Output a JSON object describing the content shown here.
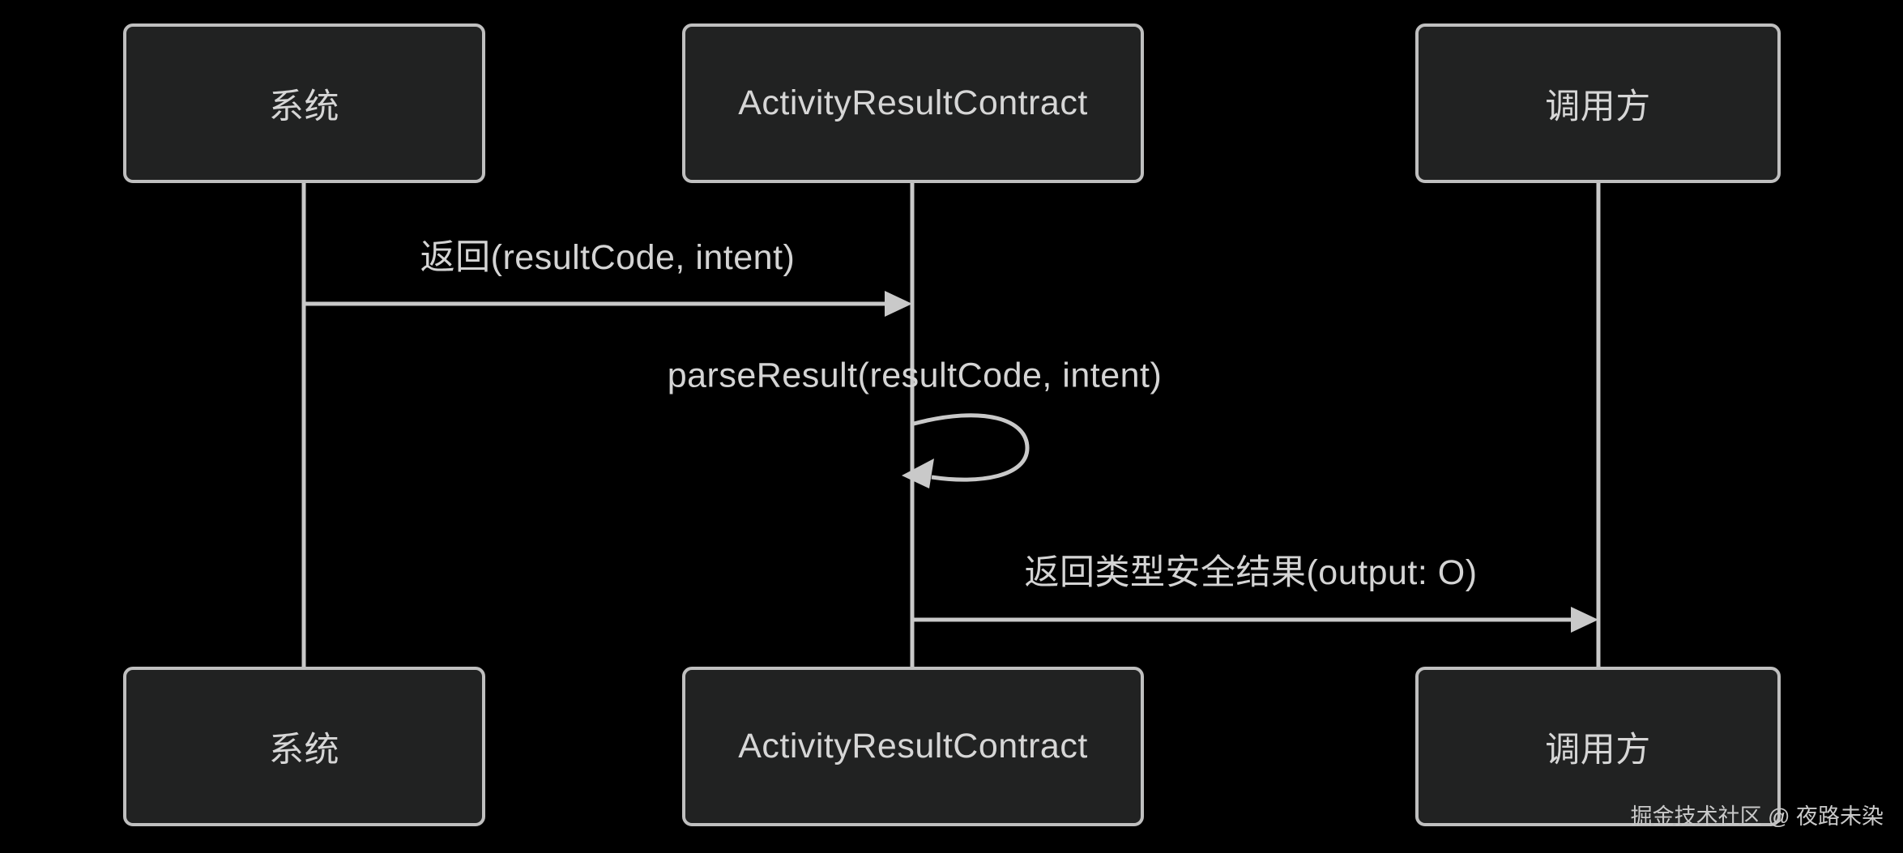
{
  "diagram": {
    "type": "sequence",
    "actors": [
      {
        "id": "system",
        "label": "系统"
      },
      {
        "id": "contract",
        "label": "ActivityResultContract"
      },
      {
        "id": "caller",
        "label": "调用方"
      }
    ],
    "messages": [
      {
        "from": "system",
        "to": "contract",
        "label": "返回(resultCode, intent)",
        "style": "solid-arrow"
      },
      {
        "from": "contract",
        "to": "contract",
        "label": "parseResult(resultCode, intent)",
        "style": "self-loop"
      },
      {
        "from": "contract",
        "to": "caller",
        "label": "返回类型安全结果(output: O)",
        "style": "solid-arrow"
      }
    ],
    "watermark": "掘金技术社区 @ 夜路未染",
    "colors": {
      "background": "#000000",
      "actor_fill": "#212222",
      "actor_border": "#bfbfbf",
      "text": "#d4d4d4",
      "line": "#c9c9c9"
    }
  }
}
